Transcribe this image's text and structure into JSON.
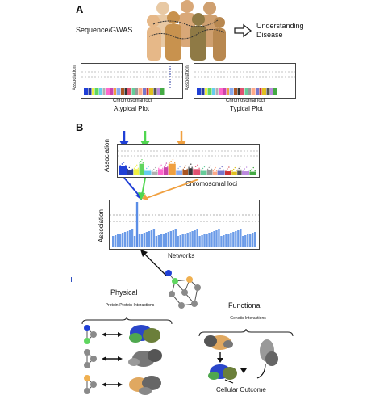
{
  "panel_a": {
    "letter": "A",
    "sequence_label": "Sequence/GWAS",
    "understanding_label": "Understanding Disease",
    "plot_left": {
      "ylabel": "Association",
      "xlabel": "Chromosomal loci",
      "caption": "Atypical Plot"
    },
    "plot_right": {
      "ylabel": "Association",
      "xlabel": "Chromosomal loci",
      "caption": "Typical Plot"
    }
  },
  "panel_b": {
    "letter": "B",
    "manhattan": {
      "ylabel": "Association",
      "xlabel": "Chromosomal loci",
      "arrow_colors": [
        "#1f3fd6",
        "#4fd64f",
        "#f0a040"
      ]
    },
    "network_plot": {
      "ylabel": "Association",
      "xlabel": "Networks",
      "bar_color": "#6b9be8",
      "peak_color": "#5a8de6"
    },
    "physical": {
      "title": "Physical",
      "subtitle": "Protein-Protein Interactions"
    },
    "functional": {
      "title": "Functional",
      "subtitle": "Genetic Interactions",
      "outcome": "Cellular Outcome"
    }
  },
  "colors": {
    "node_blue": "#1f3fd6",
    "node_green": "#5fd65f",
    "node_orange": "#f0b050",
    "node_grey": "#8a8a8a"
  }
}
